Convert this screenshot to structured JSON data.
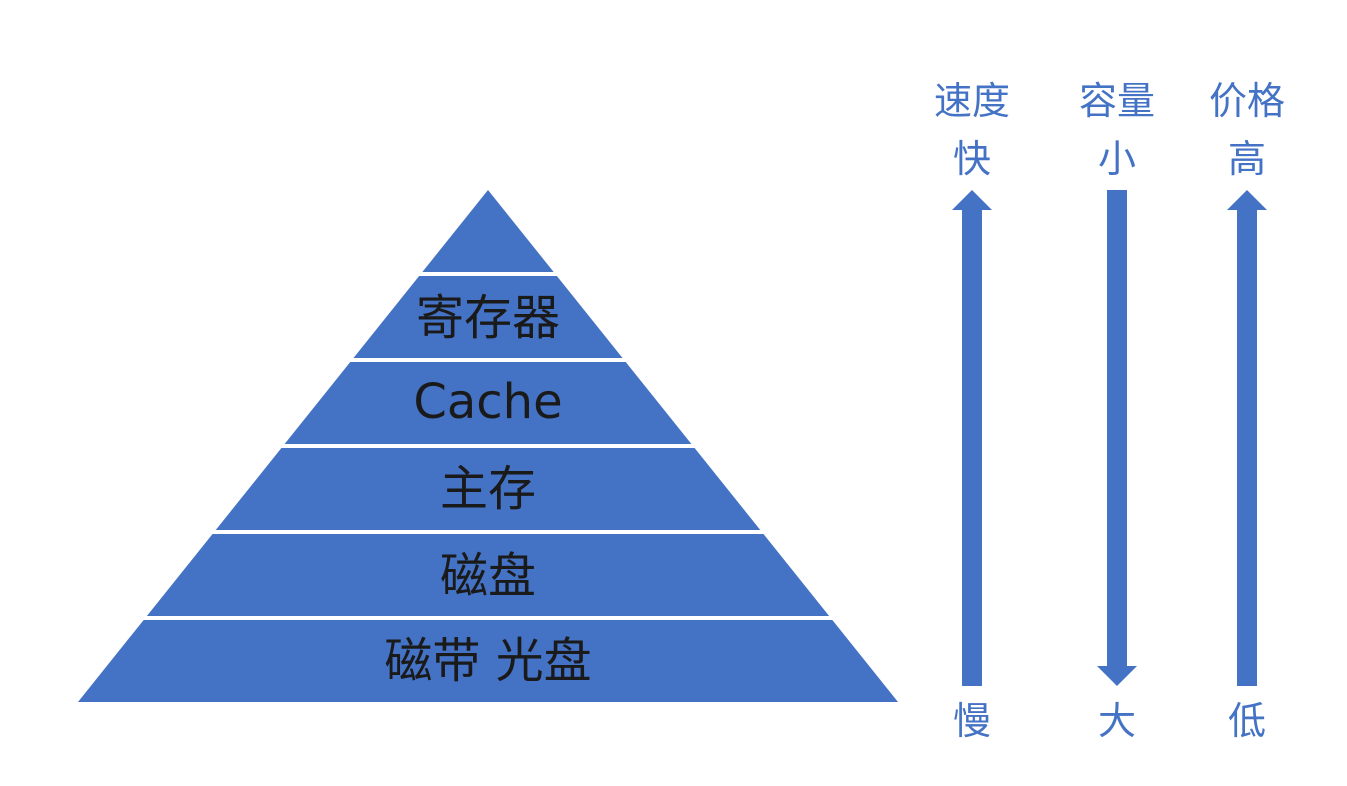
{
  "colors": {
    "pyramid_fill": "#4472c4",
    "separator": "#ffffff",
    "label_text": "#1a1a1a",
    "axis_text": "#4472c4",
    "arrow": "#4472c4",
    "background": "#ffffff"
  },
  "pyramid": {
    "layers": [
      {
        "label": ""
      },
      {
        "label": "寄存器"
      },
      {
        "label": "Cache"
      },
      {
        "label": "主存"
      },
      {
        "label": "磁盘"
      },
      {
        "label": "磁带 光盘"
      }
    ]
  },
  "axes": [
    {
      "title": "速度",
      "top_label": "快",
      "bottom_label": "慢",
      "arrow_direction": "up"
    },
    {
      "title": "容量",
      "top_label": "小",
      "bottom_label": "大",
      "arrow_direction": "down"
    },
    {
      "title": "价格",
      "top_label": "高",
      "bottom_label": "低",
      "arrow_direction": "up"
    }
  ]
}
